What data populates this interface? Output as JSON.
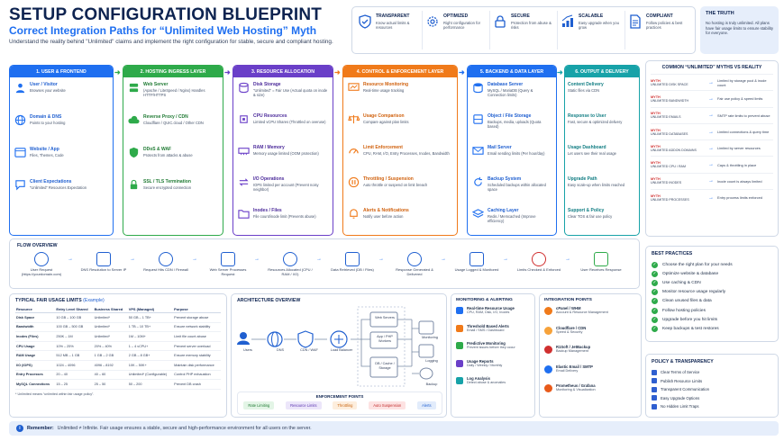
{
  "header": {
    "title": "SETUP CONFIGURATION BLUEPRINT",
    "subtitle": "Correct Integration Paths for “Unlimited Web Hosting” Myth",
    "intro": "Understand the reality behind \"Unlimited\" claims and implement the right configuration for stable, secure and compliant hosting."
  },
  "benefits": [
    {
      "title": "TRANSPARENT",
      "text": "Know actual limits & resources",
      "icon": "shield-check-icon"
    },
    {
      "title": "OPTIMIZED",
      "text": "Right configuration for performance",
      "icon": "gear-icon"
    },
    {
      "title": "SECURE",
      "text": "Protection from abuse & risks",
      "icon": "lock-icon"
    },
    {
      "title": "SCALABLE",
      "text": "Easy upgrade when you grow",
      "icon": "growth-icon"
    },
    {
      "title": "COMPLIANT",
      "text": "Follow policies & best practices",
      "icon": "document-icon"
    }
  ],
  "truth": {
    "title": "THE TRUTH",
    "text": "No hosting is truly unlimited. All plans have fair usage limits to ensure stability for everyone."
  },
  "columns": [
    {
      "header": "1. USER & FRONTEND",
      "color": "#1f6ff0",
      "items": [
        {
          "title": "User / Visitor",
          "text": "Browses your website"
        },
        {
          "title": "Domain & DNS",
          "text": "Points to your hosting"
        },
        {
          "title": "Website / App",
          "text": "Files, Themes, Code"
        },
        {
          "title": "Client Expectations",
          "text": "“Unlimited” Resources Expectation"
        }
      ]
    },
    {
      "header": "2. HOSTING INGRESS LAYER",
      "color": "#2eaa4a",
      "items": [
        {
          "title": "Web Server",
          "text": "(Apache / LiteSpeed / Nginx) Handles HTTP/HTTPS"
        },
        {
          "title": "Reverse Proxy / CDN",
          "text": "Cloudflare / QUIC.cloud / Other CDN"
        },
        {
          "title": "DDoS & WAF",
          "text": "Protects from attacks & abuse"
        },
        {
          "title": "SSL / TLS Termination",
          "text": "Secure encrypted connection"
        }
      ]
    },
    {
      "header": "3. RESOURCE ALLOCATION",
      "color": "#6a3fc8",
      "items": [
        {
          "title": "Disk Storage",
          "text": "\"Unlimited\" = Fair Use (Actual quota on inode & size)"
        },
        {
          "title": "CPU Resources",
          "text": "Limited vCPU Shares (Throttled on overuse)"
        },
        {
          "title": "RAM / Memory",
          "text": "Memory usage limited (OOM protection)"
        },
        {
          "title": "I/O Operations",
          "text": "IOPS limited per account (Prevent noisy neighbor)"
        },
        {
          "title": "Inodes / Files",
          "text": "File count/inode limit (Prevents abuse)"
        }
      ]
    },
    {
      "header": "4. CONTROL & ENFORCEMENT LAYER",
      "color": "#f07a1a",
      "items": [
        {
          "title": "Resource Monitoring",
          "text": "Real-time usage tracking"
        },
        {
          "title": "Usage Comparison",
          "text": "Compare against plan limits"
        },
        {
          "title": "Limit Enforcement",
          "text": "CPU, RAM, I/O, Entry Processes, Inodes, Bandwidth"
        },
        {
          "title": "Throttling / Suspension",
          "text": "Auto throttle or suspend on limit breach"
        },
        {
          "title": "Alerts & Notifications",
          "text": "Notify user before action"
        }
      ]
    },
    {
      "header": "5. BACKEND & DATA LAYER",
      "color": "#1f6ff0",
      "items": [
        {
          "title": "Database Server",
          "text": "MySQL / MariaDB (Query & Connection limits)"
        },
        {
          "title": "Object / File Storage",
          "text": "Backups, media, uploads (Quota based)"
        },
        {
          "title": "Mail Server",
          "text": "Email sending limits (Per hour/day)"
        },
        {
          "title": "Backup System",
          "text": "Scheduled backups within allocated space"
        },
        {
          "title": "Caching Layer",
          "text": "Redis / Memcached (Improve efficiency)"
        }
      ]
    },
    {
      "header": "6. OUTPUT & DELIVERY",
      "color": "#17a2a8",
      "items": [
        {
          "title": "Content Delivery",
          "text": "Static files via CDN"
        },
        {
          "title": "Response to User",
          "text": "Fast, secure & optimized delivery"
        },
        {
          "title": "Usage Dashboard",
          "text": "Let users see their real usage"
        },
        {
          "title": "Upgrade Path",
          "text": "Easy scale-up when limits reached"
        },
        {
          "title": "Support & Policy",
          "text": "Clear TOS & fair use policy"
        }
      ]
    }
  ],
  "myths": {
    "title": "COMMON “UNLIMITED” MYTHS VS REALITY",
    "rows": [
      {
        "tag": "MYTH",
        "myth": "UNLIMITED DISK SPACE",
        "reality": "Limited by storage pool & inode count"
      },
      {
        "tag": "MYTH",
        "myth": "UNLIMITED BANDWIDTH",
        "reality": "Fair use policy & speed limits"
      },
      {
        "tag": "MYTH",
        "myth": "UNLIMITED EMAILS",
        "reality": "SMTP rate limits to prevent abuse"
      },
      {
        "tag": "MYTH",
        "myth": "UNLIMITED DATABASES",
        "reality": "Limited connections & query time"
      },
      {
        "tag": "MYTH",
        "myth": "UNLIMITED ADDON DOMAINS",
        "reality": "Limited by server resources"
      },
      {
        "tag": "MYTH",
        "myth": "UNLIMITED CPU / RAM",
        "reality": "Caps & throttling in place"
      },
      {
        "tag": "MYTH",
        "myth": "UNLIMITED INODES",
        "reality": "Inode count is always limited"
      },
      {
        "tag": "MYTH",
        "myth": "UNLIMITED PROCESSES",
        "reality": "Entry process limits enforced"
      }
    ]
  },
  "flow": {
    "title": "FLOW OVERVIEW",
    "steps": [
      "User Request (https://yourdomain.com)",
      "DNS Resolution to Server IP",
      "Request Hits CDN / Firewall",
      "Web Server Processes Request",
      "Resources Allocated (CPU / RAM / I/O)",
      "Data Retrieved (DB / Files)",
      "Response Generated & Delivered",
      "Usage Logged & Monitored",
      "Limits Checked & Enforced",
      "User Receives Response"
    ]
  },
  "best": {
    "title": "BEST PRACTICES",
    "items": [
      "Choose the right plan for your needs",
      "Optimize website & database",
      "Use caching & CDN",
      "Monitor resource usage regularly",
      "Clean unused files & data",
      "Follow hosting policies",
      "Upgrade before you hit limits",
      "Keep backups & test restores"
    ]
  },
  "policy": {
    "title": "POLICY & TRANSPARENCY",
    "items": [
      "Clear Terms of Service",
      "Publish Resource Limits",
      "Transparent Communication",
      "Easy Upgrade Options",
      "No Hidden Limit Traps"
    ]
  },
  "usage": {
    "title": "TYPICAL FAIR USAGE LIMITS",
    "title_note": "(Example)",
    "headers": [
      "Resource",
      "Entry Level Shared",
      "Business Shared",
      "VPS (Managed)",
      "Purpose"
    ],
    "rows": [
      [
        "Disk Space",
        "10 GB – 100 GB",
        "Unlimited*",
        "50 GB – 1 TB+",
        "Prevent storage abuse"
      ],
      [
        "Bandwidth",
        "100 GB – 500 GB",
        "Unlimited*",
        "1 TB – 10 TB+",
        "Ensure network stability"
      ],
      [
        "Inodes (Files)",
        "250K – 1M",
        "Unlimited*",
        "1M – 10M+",
        "Limit file count abuse"
      ],
      [
        "CPU Usage",
        "10% – 25%",
        "20% – 40%",
        "1 – 4 vCPU+",
        "Prevent server overload"
      ],
      [
        "RAM Usage",
        "512 MB – 1 GB",
        "1 GB – 2 GB",
        "2 GB – 8 GB+",
        "Ensure memory stability"
      ],
      [
        "I/O (IOPS)",
        "1024 – 4096",
        "4096 – 8192",
        "10K – 50K+",
        "Maintain disk performance"
      ],
      [
        "Entry Processes",
        "20 – 40",
        "40 – 60",
        "Unlimited* (Configurable)",
        "Control PHP exhaustion"
      ],
      [
        "MySQL Connections",
        "15 – 25",
        "25 – 50",
        "50 – 200",
        "Prevent DB crash"
      ]
    ],
    "note": "* Unlimited means “unlimited within fair usage policy”."
  },
  "arch": {
    "title": "ARCHITECTURE OVERVIEW",
    "nodes": [
      "Users",
      "DNS",
      "CDN / WAF",
      "Load Balancer",
      "Web Servers",
      "App / PHP Workers",
      "DB / Cache / Storage",
      "Monitoring",
      "Logging",
      "Backup"
    ],
    "enforcement": {
      "title": "ENFORCEMENT POINTS",
      "pills": [
        {
          "label": "Rate Limiting",
          "bg": "#e3f5e6",
          "fg": "#1f7a33"
        },
        {
          "label": "Resource Limits",
          "bg": "#ece6fa",
          "fg": "#5a33b0"
        },
        {
          "label": "Throttling",
          "bg": "#fdeedd",
          "fg": "#c86410"
        },
        {
          "label": "Auto Suspension",
          "bg": "#fde2e2",
          "fg": "#c02a2a"
        },
        {
          "label": "Alerts",
          "bg": "#e2ecfb",
          "fg": "#1f5fd0"
        }
      ]
    }
  },
  "monitoring": {
    "title": "MONITORING & ALERTING",
    "items": [
      {
        "title": "Real-time Resource Usage",
        "text": "CPU, RAM, Disk, I/O, Inodes",
        "color": "#1f6ff0"
      },
      {
        "title": "Threshold Based Alerts",
        "text": "Email / SMS / Dashboard",
        "color": "#f07a1a"
      },
      {
        "title": "Predictive Monitoring",
        "text": "Prevent issues before they occur",
        "color": "#2eaa4a"
      },
      {
        "title": "Usage Reports",
        "text": "Daily / Weekly / Monthly",
        "color": "#6a3fc8"
      },
      {
        "title": "Log Analysis",
        "text": "Detect abuse & anomalies",
        "color": "#17a2a8"
      }
    ]
  },
  "integration": {
    "title": "INTEGRATION POINTS",
    "items": [
      {
        "title": "cPanel / WHM",
        "text": "Account & Resource Management",
        "color": "#f07a1a"
      },
      {
        "title": "Cloudflare / CDN",
        "text": "Speed & Security",
        "color": "#f7a23a"
      },
      {
        "title": "R1Soft / JetBackup",
        "text": "Backup Management",
        "color": "#d02f2f"
      },
      {
        "title": "Elastic Email / SMTP",
        "text": "Email Delivery",
        "color": "#1f6ff0"
      },
      {
        "title": "Prometheus / Grafana",
        "text": "Monitoring & Visualization",
        "color": "#e85a1a"
      }
    ]
  },
  "remember": {
    "label": "Remember:",
    "text": "Unlimited ≠ Infinite. Fair usage ensures a stable, secure and high-performance environment for all users on the server."
  }
}
